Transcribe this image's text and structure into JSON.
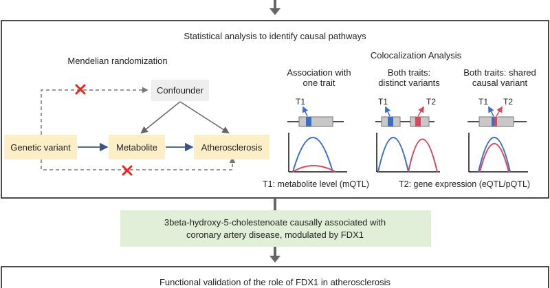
{
  "section_title": "Statistical analysis to identify causal pathways",
  "mendelian_randomization": {
    "title": "Mendelian randomization",
    "nodes": {
      "confounder": "Confounder",
      "genetic_variant": "Genetic variant",
      "metabolite": "Metabolite",
      "atherosclerosis": "Atherosclerosis"
    }
  },
  "colocalization": {
    "title": "Colocalization Analysis",
    "panels": [
      {
        "heading_line1": "Association with",
        "heading_line2": "one trait",
        "labels": [
          "T1"
        ]
      },
      {
        "heading_line1": "Both traits:",
        "heading_line2": "distinct variants",
        "labels": [
          "T1",
          "T2"
        ]
      },
      {
        "heading_line1": "Both traits: shared",
        "heading_line2": "causal variant",
        "labels": [
          "T1",
          "T2"
        ]
      }
    ],
    "legend": {
      "t1": "T1: metabolite level (mQTL)",
      "t2": "T2: gene expression (eQTL/pQTL)"
    }
  },
  "result_box": {
    "line1": "3beta-hydroxy-5-cholestenoate causally associated with",
    "line2": "coronary artery disease, modulated by FDX1"
  },
  "bottom_title": "Functional validation of the role of FDX1 in atherosclerosis",
  "colors": {
    "t1_blue": "#3b6fc4",
    "t2_red": "#d9475a",
    "node_yellow": "#fcefc7",
    "node_grey": "#eeeeee",
    "result_green": "#e1efd9",
    "arrow_grey": "#666666",
    "arrow_navy": "#3b5489",
    "cross_red": "#e8251e"
  }
}
